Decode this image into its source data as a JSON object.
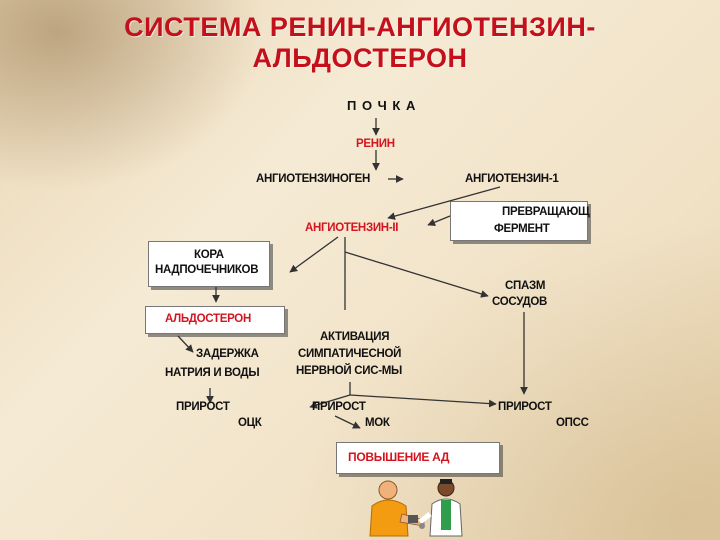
{
  "title": {
    "line1": "СИСТЕМА  РЕНИН-АНГИОТЕНЗИН-",
    "line2": "АЛЬДОСТЕРОН"
  },
  "nodes": {
    "kidney": "П О Ч К А",
    "renin": "РЕНИН",
    "angiotensinogen": "АНГИОТЕНЗИНОГЕН",
    "angiotensin1": "АНГИОТЕНЗИН-1",
    "ace_line1": "ПРЕВРАЩАЮЩ",
    "ace_line2": "ФЕРМЕНТ",
    "angiotensin2": "АНГИОТЕНЗИН-II",
    "cortex_line1": "КОРА",
    "cortex_line2": "НАДПОЧЕЧНИКОВ",
    "vasospasm_line1": "СПАЗМ",
    "vasospasm_line2": "СОСУДОВ",
    "aldosterone": "АЛЬДОСТЕРОН",
    "sympathetic_line1": "АКТИВАЦИЯ",
    "sympathetic_line2": "СИМПАТИЧЕСНОЙ",
    "sympathetic_line3": "НЕРВНОЙ СИС-МЫ",
    "retention_line1": "ЗАДЕРЖКА",
    "retention_line2": "НАТРИЯ И ВОДЫ",
    "increase1_label": "ПРИРОСТ",
    "increase1_value": "ОЦК",
    "increase2_label": "ПРИРОСТ",
    "increase2_value": "МОК",
    "increase3_label": "ПРИРОСТ",
    "increase3_value": "ОПСС",
    "result": "ПОВЫШЕНИЕ  АД"
  },
  "colors": {
    "title": "#c4101b",
    "highlight": "#d2151f",
    "text": "#111111",
    "arrow": "#333333"
  }
}
